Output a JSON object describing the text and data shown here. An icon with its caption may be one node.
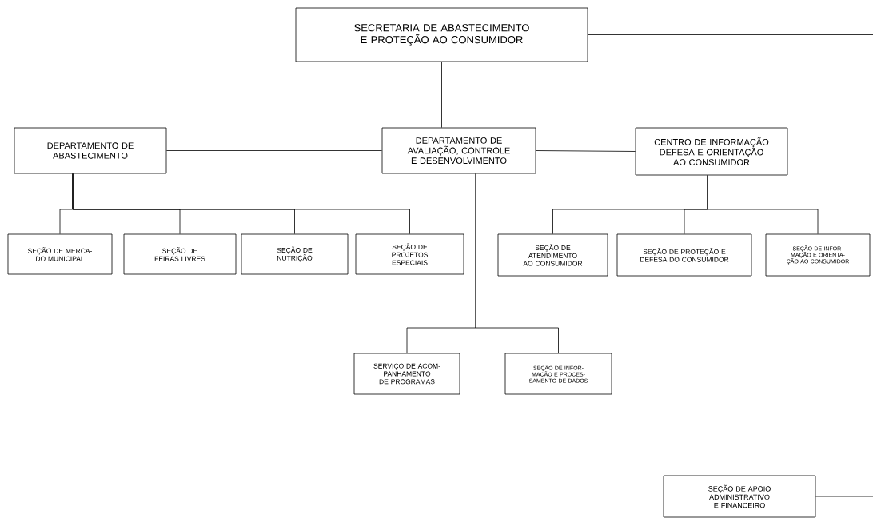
{
  "diagram": {
    "nodes": [
      {
        "text": [
          "SECRETARIA DE ABASTECIMENTO E PROTEÇÃO AO CONSUMIDOR"
        ]
      },
      {
        "text": [
          "DEPARTAMENTO DE ABASTECIMENTO"
        ]
      },
      {
        "text": [
          "DEPARTAMENTO DE AVALIAÇÃO, CONTROLE E DESENVOLVIMENTO"
        ]
      },
      {
        "text": [
          "CENTRO DE INFORMAÇÃO DEFESA E ORIENTAÇÃO AO CONSUMIDOR"
        ]
      },
      {
        "text": [
          "SEÇÃO DE MERCA-DO MUNICIPAL"
        ]
      },
      {
        "text": [
          "SEÇÃO DE FEIRAS LIVRES"
        ]
      },
      {
        "text": [
          "SEÇÃO DE NUTRIÇÃO"
        ]
      },
      {
        "text": [
          "SEÇÃO DE PROJETOS ESPECIAIS"
        ]
      },
      {
        "text": [
          "SEÇÃO DE ATENDIMENTO AO CONSUMIDOR"
        ]
      },
      {
        "text": [
          "SEÇÃO DE PROTEÇÃO E DEFESA DO CONSUMIDOR"
        ]
      },
      {
        "text": [
          "SEÇÃO DE INFOR-MAÇÃO E ORIENTA-ÇÃO AO CONSUMIDOR"
        ]
      },
      {
        "text": [
          "SERVIÇO DE ACOM-PANHAMENTO DE PROGRAMAS"
        ]
      },
      {
        "text": [
          "SEÇÃO DE INFOR-MAÇÃO E PROCES-SAMENTO DE DADOS"
        ]
      },
      {
        "text": [
          "SEÇÃO DE APOIO ADMINISTRATIVO E FINANCEIRO"
        ]
      }
    ],
    "edges": [
      {
        "from": 0,
        "to": 2,
        "arrow": "none"
      },
      {
        "from": 0,
        "to": null,
        "arrow": "none"
      },
      {
        "from": 2,
        "to": 1,
        "arrow": "none"
      },
      {
        "from": 2,
        "to": 3,
        "arrow": "none"
      },
      {
        "from": 1,
        "to": 4,
        "arrow": "none"
      },
      {
        "from": 1,
        "to": 5,
        "arrow": "none"
      },
      {
        "from": 1,
        "to": 6,
        "arrow": "none"
      },
      {
        "from": 1,
        "to": 7,
        "arrow": "none"
      },
      {
        "from": 3,
        "to": 8,
        "arrow": "none"
      },
      {
        "from": 3,
        "to": 9,
        "arrow": "none"
      },
      {
        "from": 3,
        "to": 10,
        "arrow": "none"
      },
      {
        "from": 2,
        "to": 11,
        "arrow": "none"
      },
      {
        "from": 2,
        "to": 12,
        "arrow": "none"
      },
      {
        "from": 13,
        "to": null,
        "arrow": "none"
      }
    ]
  }
}
